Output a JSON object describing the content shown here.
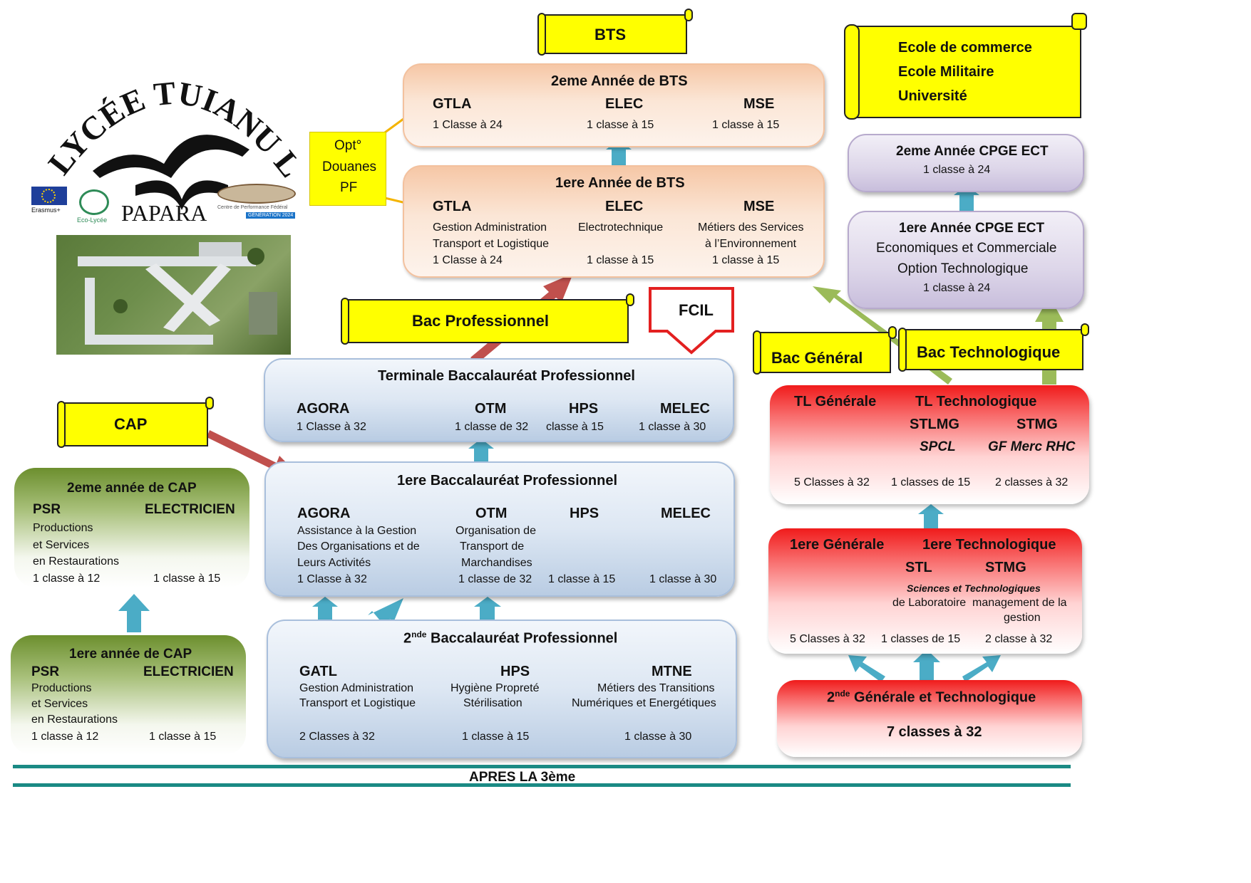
{
  "logo": {
    "text": "LYCÉE TUIANU LE GAYIC",
    "city": "PAPARA",
    "badge_erasmus": "Erasmus+",
    "badge_eco": "Eco-Lycée",
    "badge_cpf": "Centre de Performance Fédéral",
    "badge_gen": "GÉNÉRATION 2024"
  },
  "labels": {
    "bts": "BTS",
    "cap": "CAP",
    "bac_pro": "Bac Professionnel",
    "fcil": "FCIL",
    "bac_gen": "Bac Général",
    "bac_tech": "Bac Technologique",
    "higher": [
      "Ecole de commerce",
      "Ecole Militaire",
      "Université"
    ],
    "opt": [
      "Opt°",
      "Douanes",
      "PF"
    ]
  },
  "bts2": {
    "title": "2eme Année de BTS",
    "cols": [
      {
        "name": "GTLA",
        "info": "1  Classe à 24"
      },
      {
        "name": "ELEC",
        "info": "1  classe à 15"
      },
      {
        "name": "MSE",
        "info": "1 classe à 15"
      }
    ]
  },
  "bts1": {
    "title": "1ere Année de BTS",
    "cols": [
      {
        "name": "GTLA",
        "desc1": "Gestion Administration",
        "desc2": "Transport et Logistique",
        "info": "1  Classe à 24"
      },
      {
        "name": "ELEC",
        "desc1": "Electrotechnique",
        "desc2": "",
        "info": "1  classe à 15"
      },
      {
        "name": "MSE",
        "desc1": "Métiers des Services",
        "desc2": "à l’Environnement",
        "info": "1 classe à 15"
      }
    ]
  },
  "cpge2": {
    "title": "2eme Année CPGE ECT",
    "info": "1 classe à 24"
  },
  "cpge1": {
    "title": "1ere Année CPGE ECT",
    "line1": "Economiques et Commerciale",
    "line2": "Option Technologique",
    "info": "1 classe à 24"
  },
  "term_pro": {
    "title": "Terminale Baccalauréat Professionnel",
    "cols": [
      {
        "name": "AGORA",
        "info": "1  Classe à 32"
      },
      {
        "name": "OTM",
        "info": "1  classe de 32"
      },
      {
        "name": "HPS",
        "info": "classe à 15"
      },
      {
        "name": "MELEC",
        "info": "1 classe à 30"
      }
    ]
  },
  "first_pro": {
    "title": "1ere Baccalauréat Professionnel",
    "agora": {
      "name": "AGORA",
      "d1": "Assistance à la Gestion",
      "d2": "Des Organisations et de",
      "d3": "Leurs Activités",
      "info": "1  Classe  à 32"
    },
    "otm": {
      "name": "OTM",
      "d1": "Organisation de",
      "d2": "Transport de",
      "d3": "Marchandises",
      "info": "1  classe de 32"
    },
    "hps": {
      "name": "HPS",
      "info": "1 classe à 15"
    },
    "melec": {
      "name": "MELEC",
      "info": "1 classe à 30"
    }
  },
  "second_pro": {
    "title_sup": "nde",
    "title_num": "2",
    "title_rest": " Baccalauréat Professionnel",
    "gatl": {
      "name": "GATL",
      "d1": "Gestion Administration",
      "d2": "Transport et Logistique",
      "info": "2 Classes à 32"
    },
    "hps": {
      "name": "HPS",
      "d1": "Hygiène Propreté",
      "d2": "Stérilisation",
      "info": "1 classe à 15"
    },
    "mtne": {
      "name": "MTNE",
      "d1": "Métiers des Transitions",
      "d2": "Numériques et Energétiques",
      "info": "1 classe à 30"
    }
  },
  "cap2": {
    "title": "2eme année de CAP",
    "psr": "PSR",
    "elec": "ELECTRICIEN",
    "d1": "Productions",
    "d2": "et Services",
    "d3": "en Restaurations",
    "info1": "1 classe à 12",
    "info2": "1 classe à 15"
  },
  "cap1": {
    "title": "1ere année de CAP",
    "psr": "PSR",
    "elec": "ELECTRICIEN",
    "d1": "Productions",
    "d2": "et Services",
    "d3": "en Restaurations",
    "info1": "1 classe à 12",
    "info2": "1 classe à 15"
  },
  "tl": {
    "gen": "TL  Générale",
    "tech": "TL Technologique",
    "stlmg": "STLMG",
    "stmg": "STMG",
    "spcl": "SPCL",
    "gf": "GF Merc RHC",
    "info1": "5  Classes à 32",
    "info2": "1  classes  de 15",
    "info3": "2 classes à 32"
  },
  "first_gt": {
    "gen": "1ere Générale",
    "tech": "1ere Technologique",
    "stl": "STL",
    "stmg": "STMG",
    "sci": "Sciences et Technologiques",
    "lab": "de Laboratoire",
    "mgmt1": "management de la",
    "mgmt2": "gestion",
    "info1": "5  Classes à 32",
    "info2": "1  classes  de 15",
    "info3": "2   classe à 32"
  },
  "second_gt": {
    "num": "2",
    "sup": "nde",
    "rest": " Générale et Technologique",
    "info": "7 classes à 32"
  },
  "footer": "APRES LA 3ème",
  "colors": {
    "yellow": "#ffff00",
    "teal": "#1a8a84",
    "arrow_blue": "#4bacc6",
    "arrow_red": "#c0504d",
    "arrow_green": "#9bbb59",
    "fcil_red": "#e32020"
  }
}
